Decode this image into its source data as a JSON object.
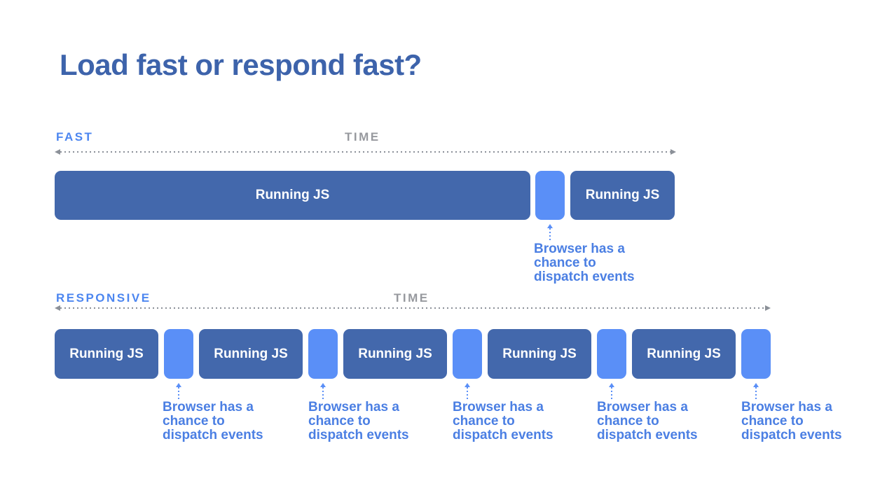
{
  "title": "Load fast or respond fast?",
  "colors": {
    "title_blue": "#3d63ab",
    "label_blue": "#4c86f0",
    "annotation_blue": "#4b7fe3",
    "time_gray": "#97999e",
    "bar_dark_blue": "#4368ac",
    "bar_light_blue": "#5a8ff7",
    "bar_text": "#ffffff",
    "timeline_gray": "#8b9098",
    "background": "#ffffff"
  },
  "fast_section": {
    "label": "FAST",
    "time_label": "TIME",
    "bars": [
      {
        "type": "running-js",
        "label": "Running JS"
      },
      {
        "type": "browser-gap",
        "label": ""
      },
      {
        "type": "running-js",
        "label": "Running JS"
      }
    ],
    "annotations": [
      {
        "lines": [
          "Browser has a",
          "chance to",
          "dispatch events"
        ]
      }
    ]
  },
  "responsive_section": {
    "label": "RESPONSIVE",
    "time_label": "TIME",
    "bars": [
      {
        "type": "running-js",
        "label": "Running JS"
      },
      {
        "type": "browser-gap",
        "label": ""
      },
      {
        "type": "running-js",
        "label": "Running JS"
      },
      {
        "type": "browser-gap",
        "label": ""
      },
      {
        "type": "running-js",
        "label": "Running JS"
      },
      {
        "type": "browser-gap",
        "label": ""
      },
      {
        "type": "running-js",
        "label": "Running JS"
      },
      {
        "type": "browser-gap",
        "label": ""
      },
      {
        "type": "running-js",
        "label": "Running JS"
      },
      {
        "type": "browser-gap",
        "label": ""
      }
    ],
    "annotations": [
      {
        "lines": [
          "Browser has a",
          "chance to",
          "dispatch events"
        ]
      },
      {
        "lines": [
          "Browser has a",
          "chance to",
          "dispatch events"
        ]
      },
      {
        "lines": [
          "Browser has a",
          "chance to",
          "dispatch events"
        ]
      },
      {
        "lines": [
          "Browser has a",
          "chance to",
          "dispatch events"
        ]
      },
      {
        "lines": [
          "Browser has a",
          "chance to",
          "dispatch events"
        ]
      }
    ]
  }
}
